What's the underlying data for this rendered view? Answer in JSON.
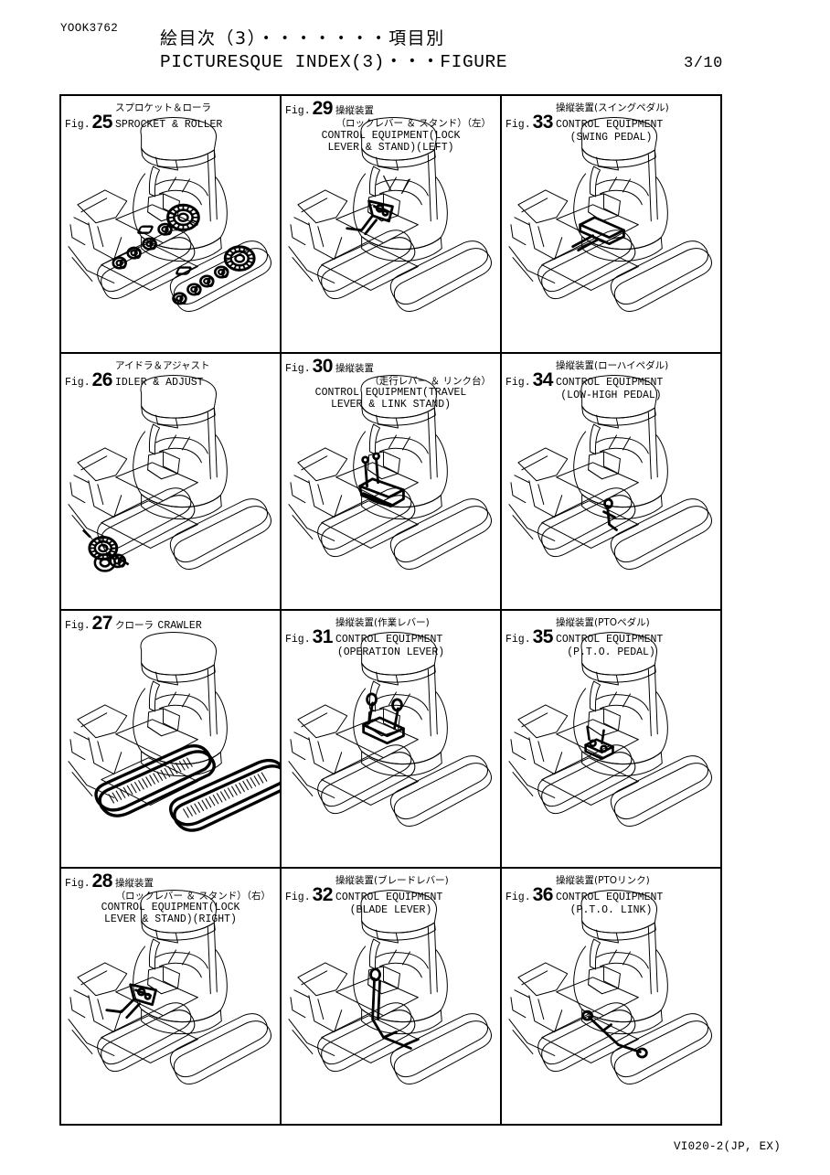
{
  "header": {
    "doc_code": "YOOK3762",
    "title_jp": "絵目次（3）・・・・・・・項目別",
    "title_en": "PICTURESQUE INDEX(3)・・・FIGURE",
    "page_number": "3/10"
  },
  "footer": {
    "code": "VI020-2(JP, EX)"
  },
  "grid": {
    "columns": 3,
    "rows": 4
  },
  "figures": [
    {
      "fig_label": "Fig.",
      "number": "25",
      "jp_head": "スプロケット＆ローラ",
      "en_head": "SPROCKET & ROLLER",
      "jp_lines": [],
      "en_lines": [],
      "layout": "inline",
      "highlight": "sprocket-roller"
    },
    {
      "fig_label": "Fig.",
      "number": "29",
      "jp_head": "操縦装置",
      "en_head": "",
      "jp_lines": [
        "（ロックレバー ＆ スタンド）（左）"
      ],
      "en_lines": [
        "CONTROL EQUIPMENT(LOCK",
        "LEVER & STAND)(LEFT)"
      ],
      "layout": "stacked",
      "highlight": "lock-lever-left"
    },
    {
      "fig_label": "Fig.",
      "number": "33",
      "jp_head": "操縦装置(スイングペダル)",
      "en_head": "CONTROL EQUIPMENT",
      "jp_lines": [],
      "en_lines": [
        "(SWING PEDAL)"
      ],
      "layout": "inline",
      "highlight": "swing-pedal"
    },
    {
      "fig_label": "Fig.",
      "number": "26",
      "jp_head": "アイドラ＆アジャスト",
      "en_head": "IDLER & ADJUST",
      "jp_lines": [],
      "en_lines": [],
      "layout": "inline",
      "highlight": "idler-adjust"
    },
    {
      "fig_label": "Fig.",
      "number": "30",
      "jp_head": "操縦装置",
      "en_head": "",
      "jp_lines": [
        "（走行レバー ＆ リンク台）"
      ],
      "en_lines": [
        "CONTROL EQUIPMENT(TRAVEL",
        "LEVER & LINK STAND)"
      ],
      "layout": "stacked",
      "highlight": "travel-lever"
    },
    {
      "fig_label": "Fig.",
      "number": "34",
      "jp_head": "操縦装置(ローハイペダル)",
      "en_head": "CONTROL EQUIPMENT",
      "jp_lines": [],
      "en_lines": [
        "(LOW-HIGH PEDAL)"
      ],
      "layout": "inline",
      "highlight": "low-high-pedal"
    },
    {
      "fig_label": "Fig.",
      "number": "27",
      "jp_head": "クローラ",
      "en_head": "CRAWLER",
      "jp_lines": [],
      "en_lines": [],
      "layout": "inline",
      "highlight": "crawler"
    },
    {
      "fig_label": "Fig.",
      "number": "31",
      "jp_head": "操縦装置(作業レバー)",
      "en_head": "CONTROL EQUIPMENT",
      "jp_lines": [],
      "en_lines": [
        "(OPERATION LEVER)"
      ],
      "layout": "inline",
      "highlight": "operation-lever"
    },
    {
      "fig_label": "Fig.",
      "number": "35",
      "jp_head": "操縦装置(PTOペダル)",
      "en_head": "CONTROL EQUIPMENT",
      "jp_lines": [],
      "en_lines": [
        "(P.T.O. PEDAL)"
      ],
      "layout": "inline",
      "highlight": "pto-pedal"
    },
    {
      "fig_label": "Fig.",
      "number": "28",
      "jp_head": "操縦装置",
      "en_head": "",
      "jp_lines": [
        "（ロックレバー ＆ スタンド）（右）"
      ],
      "en_lines": [
        "CONTROL EQUIPMENT(LOCK",
        "LEVER & STAND)(RIGHT)"
      ],
      "layout": "stacked",
      "highlight": "lock-lever-right"
    },
    {
      "fig_label": "Fig.",
      "number": "32",
      "jp_head": "操縦装置(ブレードレバー)",
      "en_head": "CONTROL EQUIPMENT",
      "jp_lines": [],
      "en_lines": [
        "(BLADE LEVER)"
      ],
      "layout": "inline",
      "highlight": "blade-lever"
    },
    {
      "fig_label": "Fig.",
      "number": "36",
      "jp_head": "操縦装置(PTOリンク)",
      "en_head": "CONTROL EQUIPMENT",
      "jp_lines": [],
      "en_lines": [
        "(P.T.O. LINK)"
      ],
      "layout": "inline",
      "highlight": "pto-link"
    }
  ]
}
